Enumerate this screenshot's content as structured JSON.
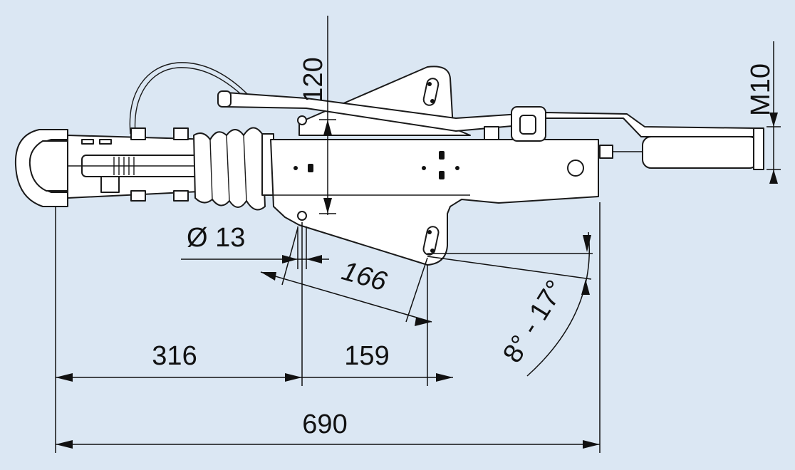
{
  "colors": {
    "background": "#dbe7f3",
    "drawing": "#1a1a1a",
    "part_fill": "#ffffff"
  },
  "dimensions": {
    "height_120": "120",
    "thread_m10": "M10",
    "diameter_13": "Ø 13",
    "length_166": "166",
    "angle_range": "8° - 17°",
    "length_316": "316",
    "length_159": "159",
    "length_690": "690"
  }
}
